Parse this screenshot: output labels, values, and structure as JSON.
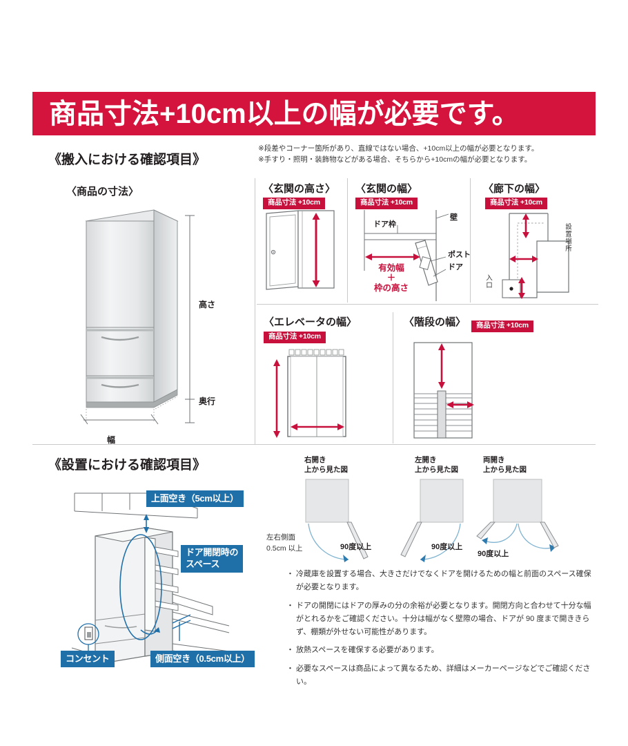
{
  "banner": {
    "text": "商品寸法+10cm以上の幅が必要です。",
    "bg_color": "#d4143c",
    "text_color": "#ffffff"
  },
  "notes": [
    "※段差やコーナー箇所があり、直線ではない場合、+10cm以上の幅が必要となります。",
    "※手すり・照明・装飾物などがある場合、そちらから+10cmの幅が必要となります。"
  ],
  "sections": {
    "carry_in": {
      "heading": "《搬入における確認項目》"
    },
    "install": {
      "heading": "《設置における確認項目》"
    }
  },
  "badge": {
    "label": "商品寸法 +10cm",
    "color": "#c8103c"
  },
  "panels": {
    "product_size": {
      "title": "〈商品の寸法〉",
      "dim_height": "高さ",
      "dim_depth": "奥行",
      "dim_width": "幅"
    },
    "entrance_height": {
      "title": "〈玄関の高さ〉",
      "badge": "商品寸法 +10cm"
    },
    "entrance_width": {
      "title": "〈玄関の幅〉",
      "badge": "商品寸法 +10cm",
      "label_doorframe": "ドア枠",
      "label_wall": "壁",
      "label_post": "ポスト",
      "label_door": "ドア",
      "dim_line1": "有効幅",
      "dim_line2": "＋",
      "dim_line3": "枠の高さ"
    },
    "corridor_width": {
      "title": "〈廊下の幅〉",
      "badge": "商品寸法 +10cm",
      "label_place": "設置場所",
      "label_entry": "入口"
    },
    "elevator_width": {
      "title": "〈エレベータの幅〉",
      "badge": "商品寸法 +10cm"
    },
    "stairs_width": {
      "title": "〈階段の幅〉",
      "badge": "商品寸法 +10cm"
    }
  },
  "install_callouts": {
    "top_clearance": "上面空き（5cm以上）",
    "door_space_line1": "ドア開閉時の",
    "door_space_line2": "スペース",
    "outlet": "コンセント",
    "side_clearance": "側面空き（0.5cm以上）",
    "side_note_line1": "左右側面",
    "side_note_line2": "0.5cm 以上",
    "color": "#1f6fa9"
  },
  "door_swings": [
    {
      "title_line1": "右開き",
      "title_line2": "上から見た図",
      "degree": "90度以上"
    },
    {
      "title_line1": "左開き",
      "title_line2": "上から見た図",
      "degree": "90度以上"
    },
    {
      "title_line1": "両開き",
      "title_line2": "上から見た図",
      "degree": "90度以上"
    }
  ],
  "bullets": [
    "冷蔵庫を設置する場合、大きさだけでなくドアを開けるための幅と前面のスペース確保が必要となります。",
    "ドアの開閉にはドアの厚みの分の余裕が必要となります。開閉方向と合わせて十分な幅がとれるかをご確認ください。十分は幅がなく壁際の場合、ドアが 90 度まで開ききらず、棚類が外せない可能性があります。",
    "放熱スペースを確保する必要があります。",
    "必要なスペースは商品によって異なるため、詳細はメーカーページなどでご確認ください。"
  ]
}
